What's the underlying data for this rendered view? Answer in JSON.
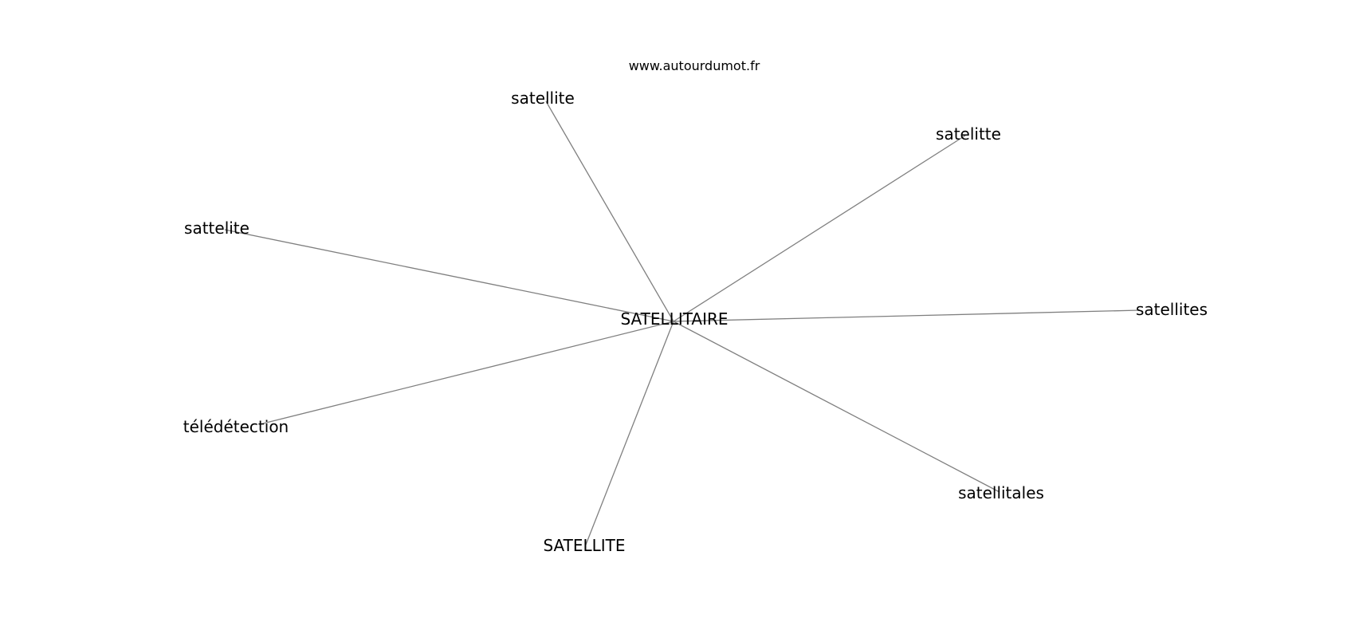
{
  "watermark": "www.autourdumot.fr",
  "edge_color": "#7f7f7f",
  "center": {
    "label": "SATELLITAIRE"
  },
  "nodes": [
    {
      "id": "satellite",
      "label": "satellite"
    },
    {
      "id": "satelitte",
      "label": "satelitte"
    },
    {
      "id": "sattelite",
      "label": "sattelite"
    },
    {
      "id": "satellites",
      "label": "satellites"
    },
    {
      "id": "teledetection",
      "label": "télédétection"
    },
    {
      "id": "satellitales",
      "label": "satellitales"
    },
    {
      "id": "satellite-upper",
      "label": "SATELLITE"
    }
  ]
}
